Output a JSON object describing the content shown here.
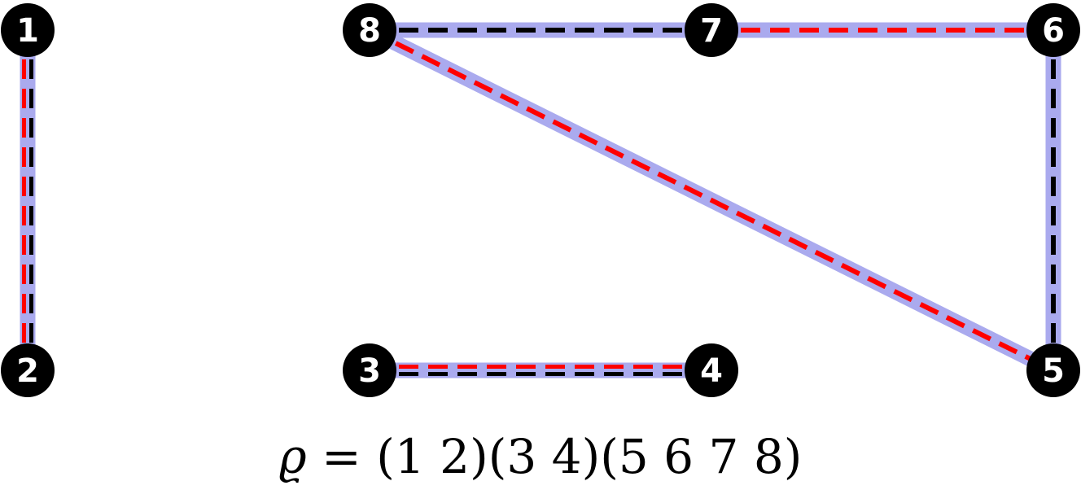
{
  "colors": {
    "background": "#ffffff",
    "node_fill": "#000000",
    "node_text": "#ffffff",
    "edge_halo": "#aaaaee",
    "dash_black": "#000000",
    "dash_red": "#ff0000"
  },
  "nodes": [
    {
      "id": "1",
      "label": "1"
    },
    {
      "id": "2",
      "label": "2"
    },
    {
      "id": "3",
      "label": "3"
    },
    {
      "id": "4",
      "label": "4"
    },
    {
      "id": "5",
      "label": "5"
    },
    {
      "id": "6",
      "label": "6"
    },
    {
      "id": "7",
      "label": "7"
    },
    {
      "id": "8",
      "label": "8"
    }
  ],
  "edges": [
    {
      "from": "1",
      "to": "2",
      "dashes": [
        "black",
        "red"
      ]
    },
    {
      "from": "3",
      "to": "4",
      "dashes": [
        "red",
        "black"
      ]
    },
    {
      "from": "8",
      "to": "7",
      "dashes": [
        "black"
      ]
    },
    {
      "from": "7",
      "to": "6",
      "dashes": [
        "red"
      ]
    },
    {
      "from": "6",
      "to": "5",
      "dashes": [
        "black"
      ]
    },
    {
      "from": "8",
      "to": "5",
      "dashes": [
        "red"
      ]
    }
  ],
  "formula": {
    "symbol": "ϱ",
    "rest": " = (1 2)(3 4)(5 6 7 8)"
  }
}
